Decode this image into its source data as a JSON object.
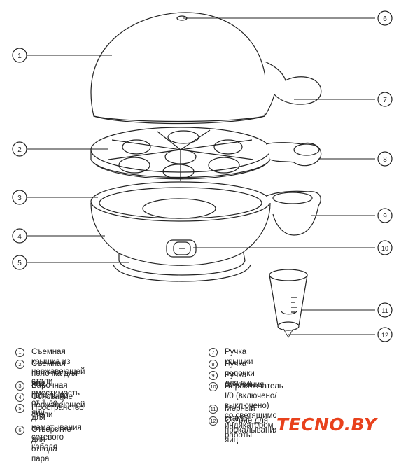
{
  "callouts": [
    "1",
    "2",
    "3",
    "4",
    "5",
    "6",
    "7",
    "8",
    "9",
    "10",
    "11",
    "12"
  ],
  "legend_left": [
    {
      "num": "1",
      "text": "Съемная крышка из нержавеющей стали"
    },
    {
      "num": "2",
      "text": "Съемная полочка для яиц,\nвместимость от 1 до 7 яиц"
    },
    {
      "num": "3",
      "text": "Варочная панель из нержавеющей стали"
    },
    {
      "num": "4",
      "text": "Основание"
    },
    {
      "num": "5",
      "text": "Пространство для наматывания сетевого\nкабеля"
    },
    {
      "num": "6",
      "text": "Отверстие для отвода пара"
    }
  ],
  "legend_right": [
    {
      "num": "7",
      "text": "Ручка крышки"
    },
    {
      "num": "8",
      "text": "Ручка полочки для яиц"
    },
    {
      "num": "9",
      "text": "Ручка основания"
    },
    {
      "num": "10",
      "text": "Переключатель I/0 (включено/выключено)\nсо светящимся индикатором работы"
    },
    {
      "num": "11",
      "text": "Мерный стакан"
    },
    {
      "num": "12",
      "text": "Острие для прокалывания яиц"
    }
  ],
  "logo": {
    "text": "TECNO.BY",
    "color": "#e8411c"
  }
}
